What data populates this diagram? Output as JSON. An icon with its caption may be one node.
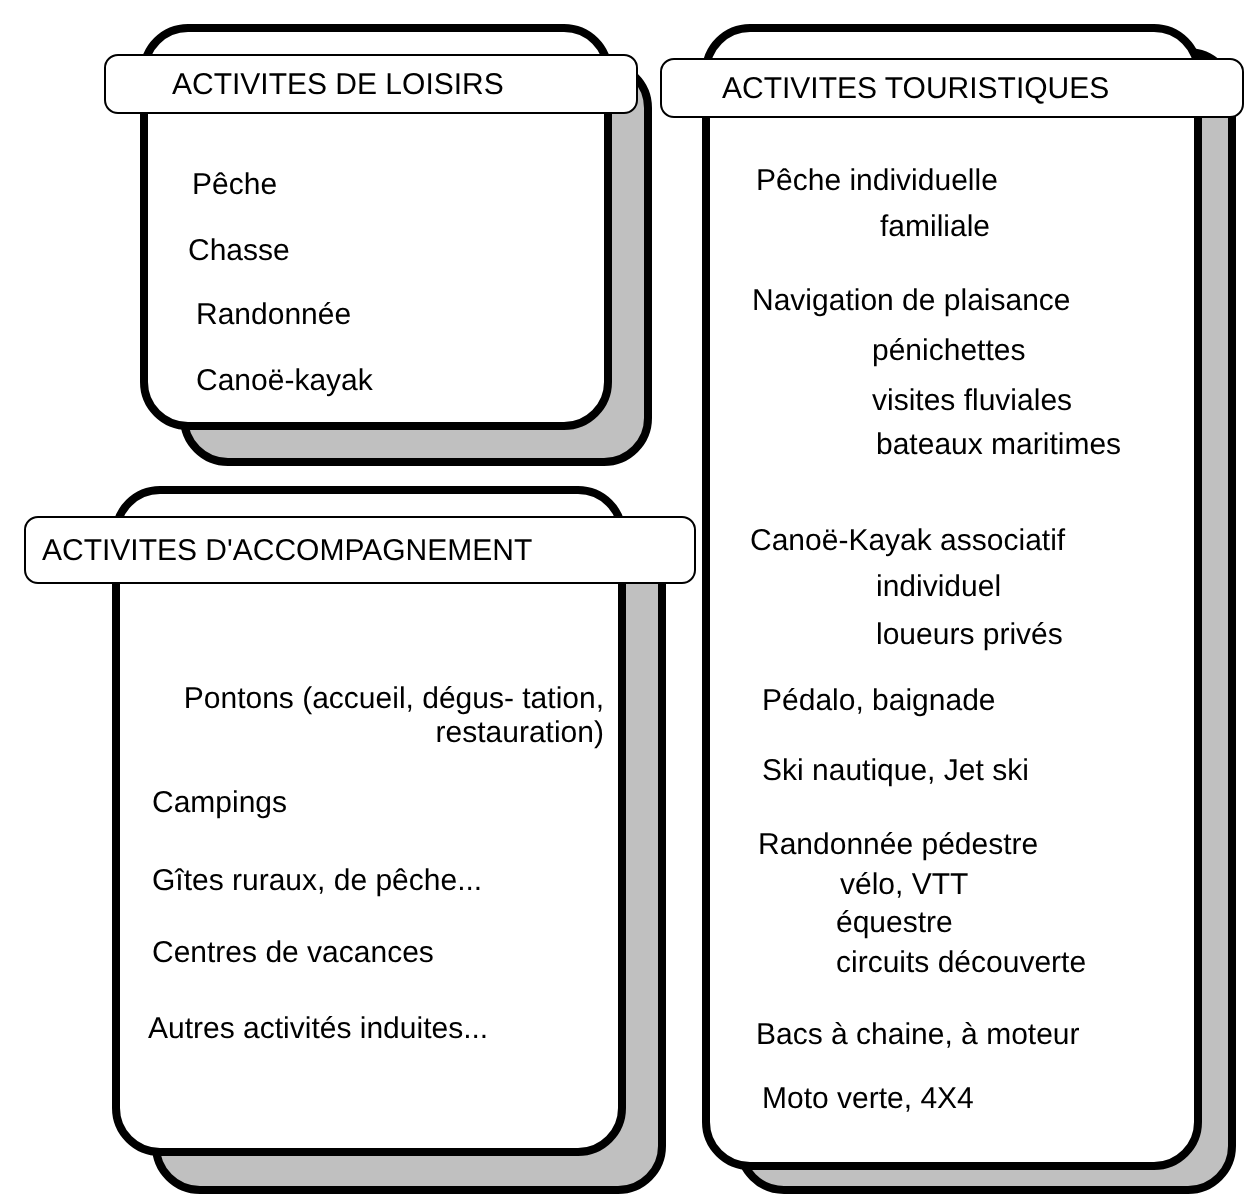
{
  "diagram": {
    "nodes": [
      {
        "text": [
          "ACTIVITES DE LOISIRS"
        ]
      },
      {
        "text": [
          "Pêche",
          "Chasse",
          "Randonnée",
          "Canoë-kayak"
        ]
      },
      {
        "text": [
          "ACTIVITES TOURISTIQUES"
        ]
      },
      {
        "text": [
          "Pêche individuelle",
          "familiale",
          "Navigation de plaisance",
          "pénichettes",
          "visites fluviales",
          "bateaux maritimes",
          "Canoë-Kayak associatif",
          "individuel",
          "loueurs privés",
          "Pédalo, baignade",
          "Ski nautique, Jet ski",
          "Randonnée pédestre",
          "vélo, VTT",
          "équestre",
          "circuits découverte",
          "Bacs à chaine, à moteur",
          "Moto verte, 4X4"
        ]
      },
      {
        "text": [
          "ACTIVITES D'ACCOMPAGNEMENT"
        ]
      },
      {
        "text": [
          "Pontons (accueil, dégus- tation, restauration)",
          "Campings",
          "Gîtes ruraux, de pêche...",
          "Centres de vacances",
          "Autres activités induites..."
        ]
      }
    ],
    "edges": []
  }
}
